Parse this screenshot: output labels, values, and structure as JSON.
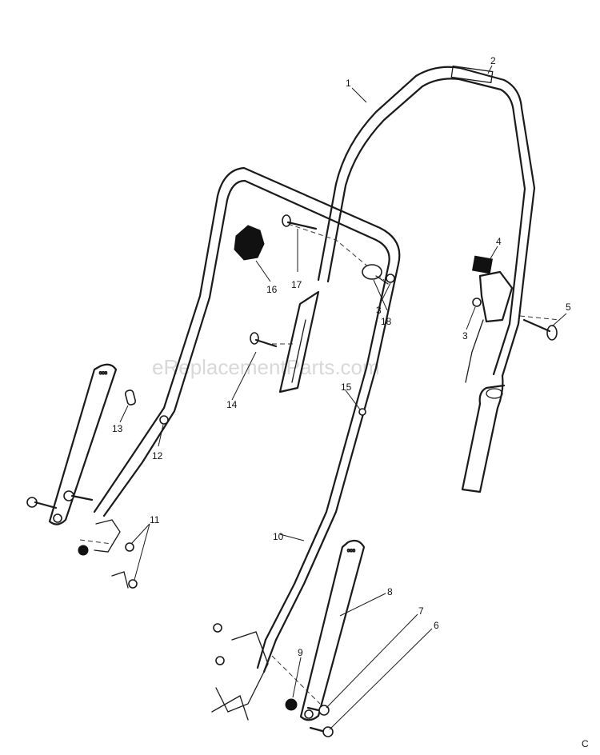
{
  "watermark": "eReplacementParts.com",
  "corner_mark": "C",
  "callouts": [
    "1",
    "2",
    "3",
    "3",
    "4",
    "5",
    "6",
    "7",
    "8",
    "9",
    "10",
    "11",
    "12",
    "13",
    "14",
    "15",
    "16",
    "17",
    "18"
  ]
}
